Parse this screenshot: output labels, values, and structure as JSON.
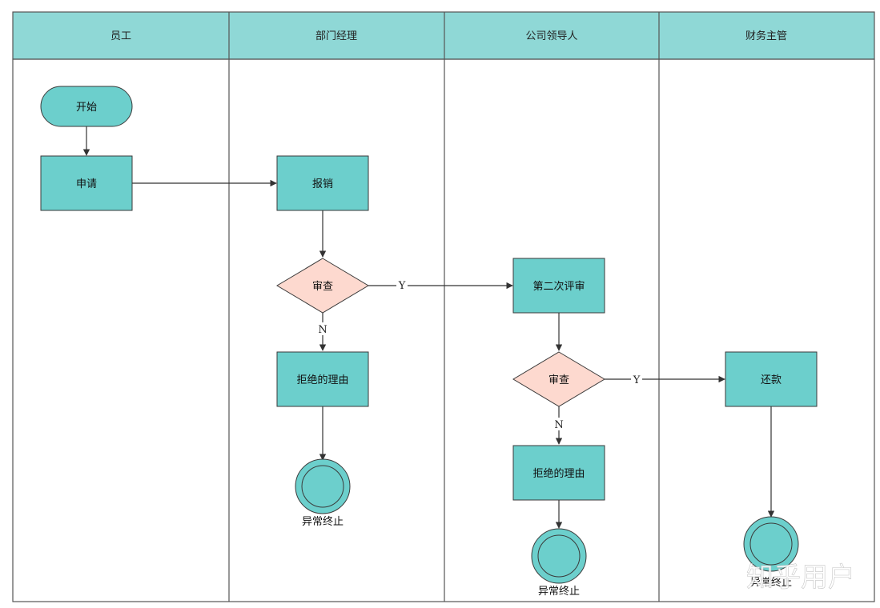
{
  "lanes": [
    "员工",
    "部门经理",
    "公司领导人",
    "财务主管"
  ],
  "nodes": {
    "start": "开始",
    "apply": "申请",
    "reimburse": "报销",
    "review1": "审查",
    "reject1": "拒绝的理由",
    "end1": "异常终止",
    "second_review": "第二次评审",
    "review2": "审查",
    "reject2": "拒绝的理由",
    "end2": "异常终止",
    "repay": "还款",
    "end3": "异常终止"
  },
  "edges": {
    "yes": "Y",
    "no": "N"
  },
  "watermark": "知乎用户",
  "colors": {
    "header_fill": "#8fd8d6",
    "process_fill": "#6ccfcc",
    "decision_fill": "#fdd9cf",
    "terminal_fill": "#6ccfcc",
    "stroke": "#3a3a3a",
    "border": "#555555"
  }
}
